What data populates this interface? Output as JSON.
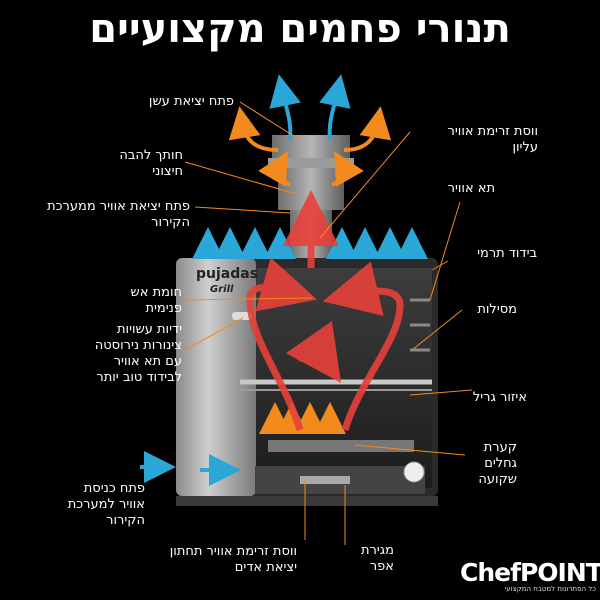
{
  "title": "תנורי פחמים מקצועיים",
  "oven_brand": "pujadas",
  "oven_brand_sub": "Grill",
  "labels": {
    "smoke_outlet": "פתח יציאת עשן",
    "external_flame_cutter": [
      "חותך להבה",
      "חיצוני"
    ],
    "cooling_air_outlet": [
      "פתח יציאת אוויר ממערכת",
      "הקירור"
    ],
    "inner_fire_wall": [
      "חומת אש",
      "פנימית"
    ],
    "stainless_handles": [
      "ידיות עשויות",
      "צינורות נירוסטה",
      "עם תא אוויר",
      "לבידוד טוב יותר"
    ],
    "cooling_air_inlet": [
      "פתח כניסת",
      "אוויר למערכת",
      "הקירור"
    ],
    "lower_air_regulator": [
      "ווסת זרימת אוויר תחתון",
      "יציאת אדים"
    ],
    "upper_air_regulator": [
      "ווסת זרימת אוויר",
      "עליון"
    ],
    "air_chamber": "תא אוויר",
    "thermal_insulation": "בידוד תרמי",
    "rails": "מסילות",
    "grill_zone": "איזור גריל",
    "coal_tray": [
      "קערת",
      "גחלים",
      "שקועה"
    ],
    "ash_drawer": [
      "מגירת",
      "אפר"
    ]
  },
  "logo": {
    "name": "ChefPOINT",
    "tagline": "כל הפתרונות למטבח המקצועי"
  },
  "colors": {
    "background": "#000000",
    "accent_orange": "#f28a1e",
    "accent_blue": "#2aa7d6",
    "accent_red": "#e8413a"
  }
}
